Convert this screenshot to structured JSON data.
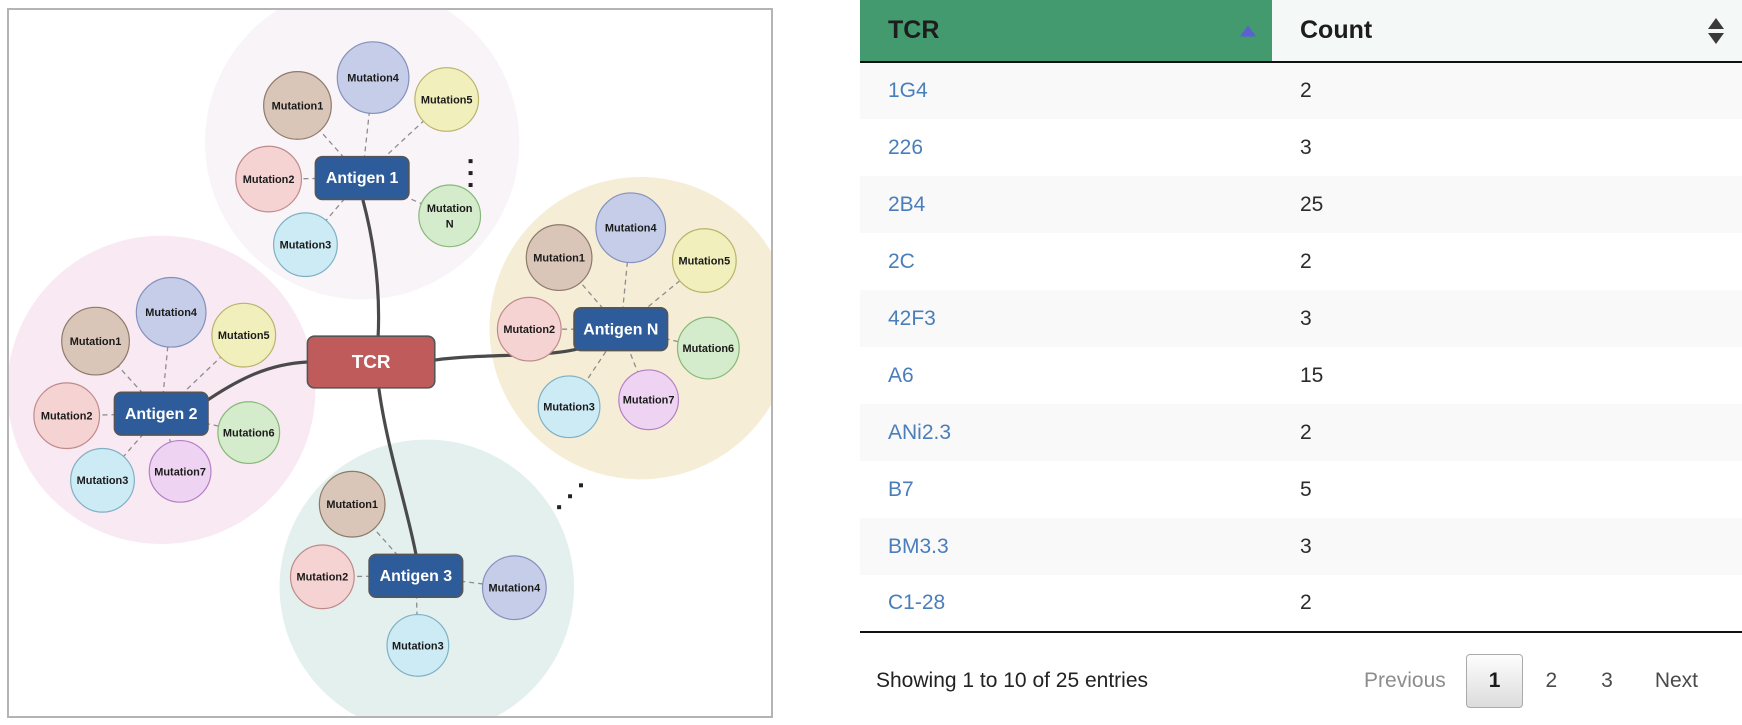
{
  "diagram": {
    "center": {
      "label": "TCR"
    },
    "clusters": [
      {
        "id": "antigen-1",
        "label": "Antigen 1",
        "halo": "#f9f4f8",
        "mutations": [
          {
            "label": "Mutation1",
            "color": "#d9c6b8",
            "stroke": "#8d7a6b"
          },
          {
            "label": "Mutation2",
            "color": "#f5d3d3",
            "stroke": "#c08a8a"
          },
          {
            "label": "Mutation3",
            "color": "#cdebf5",
            "stroke": "#7fb0c4"
          },
          {
            "label": "Mutation4",
            "color": "#c6cde8",
            "stroke": "#8490bd"
          },
          {
            "label": "Mutation5",
            "color": "#f1efbb",
            "stroke": "#b9b36b"
          },
          {
            "label": "Mutation N",
            "color": "#d4eccb",
            "stroke": "#86b878"
          }
        ],
        "ellipsis": "vertical"
      },
      {
        "id": "antigen-2",
        "label": "Antigen 2",
        "halo": "#f8e9f3",
        "mutations": [
          {
            "label": "Mutation1",
            "color": "#d9c6b8",
            "stroke": "#8d7a6b"
          },
          {
            "label": "Mutation2",
            "color": "#f5d3d3",
            "stroke": "#c08a8a"
          },
          {
            "label": "Mutation3",
            "color": "#cdebf5",
            "stroke": "#7fb0c4"
          },
          {
            "label": "Mutation4",
            "color": "#c6cde8",
            "stroke": "#8490bd"
          },
          {
            "label": "Mutation5",
            "color": "#f1efbb",
            "stroke": "#b9b36b"
          },
          {
            "label": "Mutation6",
            "color": "#d4eccb",
            "stroke": "#86b878"
          },
          {
            "label": "Mutation7",
            "color": "#eed4f2",
            "stroke": "#b47fc4"
          }
        ]
      },
      {
        "id": "antigen-n",
        "label": "Antigen N",
        "halo": "#f5edd6",
        "mutations": [
          {
            "label": "Mutation1",
            "color": "#d9c6b8",
            "stroke": "#8d7a6b"
          },
          {
            "label": "Mutation2",
            "color": "#f5d3d3",
            "stroke": "#c08a8a"
          },
          {
            "label": "Mutation3",
            "color": "#cdebf5",
            "stroke": "#7fb0c4"
          },
          {
            "label": "Mutation4",
            "color": "#c6cde8",
            "stroke": "#8490bd"
          },
          {
            "label": "Mutation5",
            "color": "#f1efbb",
            "stroke": "#b9b36b"
          },
          {
            "label": "Mutation6",
            "color": "#d4eccb",
            "stroke": "#86b878"
          },
          {
            "label": "Mutation7",
            "color": "#eed4f2",
            "stroke": "#b47fc4"
          }
        ]
      },
      {
        "id": "antigen-3",
        "label": "Antigen 3",
        "halo": "#e3f0ee",
        "mutations": [
          {
            "label": "Mutation1",
            "color": "#d9c6b8",
            "stroke": "#8d7a6b"
          },
          {
            "label": "Mutation2",
            "color": "#f5d3d3",
            "stroke": "#c08a8a"
          },
          {
            "label": "Mutation3",
            "color": "#cdebf5",
            "stroke": "#7fb0c4"
          },
          {
            "label": "Mutation4",
            "color": "#c6cde8",
            "stroke": "#8490bd"
          }
        ],
        "ellipsis": "diagonal"
      }
    ],
    "colors": {
      "antigen_fill": "#2e5c9a",
      "tcr_fill": "#bf5b5b",
      "link": "#4a4a4a",
      "dashed_link": "#8d8d8d"
    }
  },
  "table": {
    "columns": [
      {
        "label": "TCR",
        "sort": "asc"
      },
      {
        "label": "Count",
        "sort": "none"
      }
    ],
    "rows": [
      {
        "tcr": "1G4",
        "count": "2"
      },
      {
        "tcr": "226",
        "count": "3"
      },
      {
        "tcr": "2B4",
        "count": "25"
      },
      {
        "tcr": "2C",
        "count": "2"
      },
      {
        "tcr": "42F3",
        "count": "3"
      },
      {
        "tcr": "A6",
        "count": "15"
      },
      {
        "tcr": "ANi2.3",
        "count": "2"
      },
      {
        "tcr": "B7",
        "count": "5"
      },
      {
        "tcr": "BM3.3",
        "count": "3"
      },
      {
        "tcr": "C1-28",
        "count": "2"
      }
    ],
    "footer": {
      "showing": "Showing 1 to 10 of 25 entries",
      "previous": "Previous",
      "pages": [
        "1",
        "2",
        "3"
      ],
      "active_page": "1",
      "next": "Next"
    },
    "colors": {
      "header_active": "#429a6e",
      "header_inactive": "#f4f8f6",
      "link": "#4a7ebb",
      "sort_arrow": "#5e5ed6"
    }
  }
}
